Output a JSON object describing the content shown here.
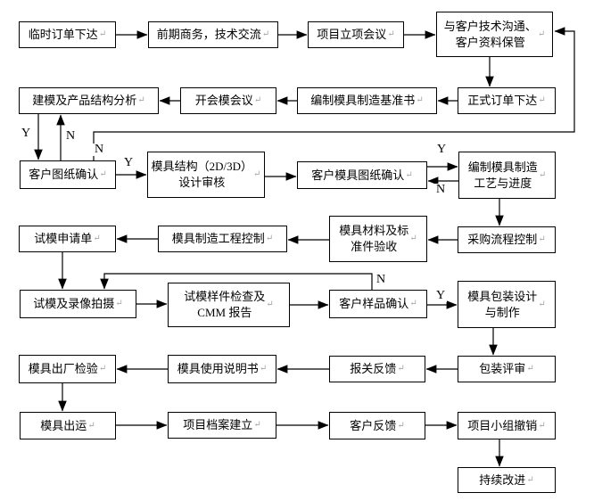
{
  "marks": {
    "return": "↵"
  },
  "edge_labels": {
    "yes": "Y",
    "no": "N"
  },
  "nodes": {
    "temp_order": {
      "label": "临时订单下达"
    },
    "pre_business": {
      "label": "前期商务，技术交流"
    },
    "project_kickoff": {
      "label": "项目立项会议"
    },
    "customer_comm": {
      "label": "与客户技术沟通、\n客户资料保管"
    },
    "formal_order": {
      "label": "正式订单下达"
    },
    "mold_standard_doc": {
      "label": "编制模具制造基准书"
    },
    "mold_meeting": {
      "label": "开会模会议"
    },
    "modeling_analysis": {
      "label": "建模及产品结构分析"
    },
    "customer_drawing_confirm": {
      "label": "客户图纸确认"
    },
    "mold_design_review": {
      "label": "模具结构（2D/3D）\n设计审核"
    },
    "customer_mold_drawing_confirm": {
      "label": "客户模具图纸确认"
    },
    "process_schedule": {
      "label": "编制模具制造\n工艺与进度"
    },
    "procurement_control": {
      "label": "采购流程控制"
    },
    "material_acceptance": {
      "label": "模具材料及标\n准件验收"
    },
    "manufacturing_control": {
      "label": "模具制造工程控制"
    },
    "trial_application": {
      "label": "试模申请单"
    },
    "trial_recording": {
      "label": "试模及录像拍摄"
    },
    "sample_inspection": {
      "label": "试模样件检查及\nCMM 报告"
    },
    "customer_sample_confirm": {
      "label": "客户样品确认"
    },
    "packaging_design": {
      "label": "模具包装设计\n与制作"
    },
    "packaging_review": {
      "label": "包装评审"
    },
    "customs_feedback": {
      "label": "报关反馈"
    },
    "mold_manual": {
      "label": "模具使用说明书"
    },
    "factory_inspection": {
      "label": "模具出厂检验"
    },
    "mold_shipment": {
      "label": "模具出运"
    },
    "project_archive": {
      "label": "项目档案建立"
    },
    "customer_feedback": {
      "label": "客户反馈"
    },
    "team_dissolution": {
      "label": "项目小组撤销"
    },
    "continuous_improvement": {
      "label": "持续改进"
    }
  }
}
